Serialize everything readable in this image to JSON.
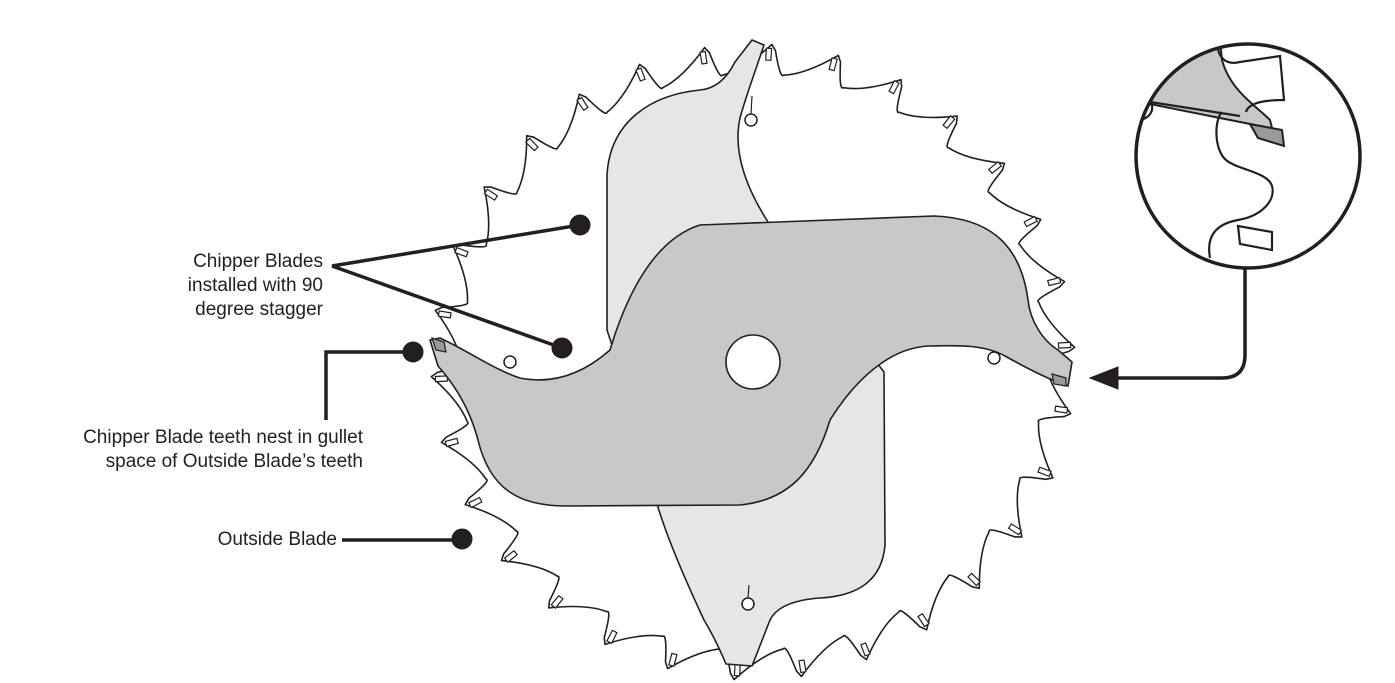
{
  "labels": {
    "chipper_blades": [
      "Chipper Blades",
      "installed with 90",
      "degree stagger"
    ],
    "teeth_nest": [
      "Chipper Blade teeth nest in gullet",
      "space of Outside Blade’s teeth"
    ],
    "outside_blade": "Outside Blade"
  },
  "colors": {
    "outline": "#231f20",
    "chipper_front": "#c8c8c8",
    "chipper_back": "#e6e6e6",
    "background": "#ffffff"
  }
}
